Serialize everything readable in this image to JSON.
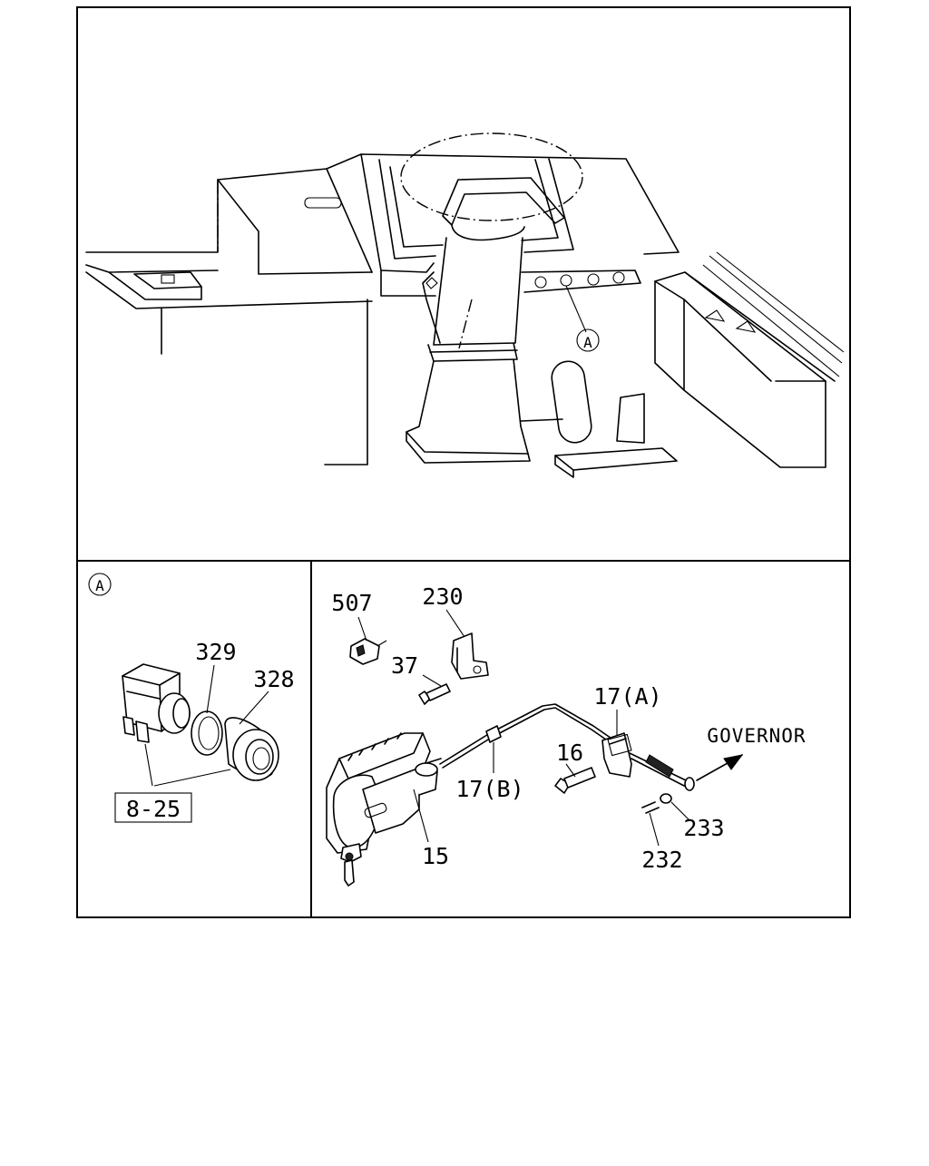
{
  "diagram": {
    "callouts": {
      "c507": "507",
      "c230": "230",
      "c37": "37",
      "c17a": "17(A)",
      "c16": "16",
      "c17b": "17(B)",
      "c15": "15",
      "c233": "233",
      "c232": "232",
      "c329": "329",
      "c328": "328",
      "c825": "8-25"
    },
    "detail_marker": "A",
    "direction_label": "GOVERNOR"
  }
}
